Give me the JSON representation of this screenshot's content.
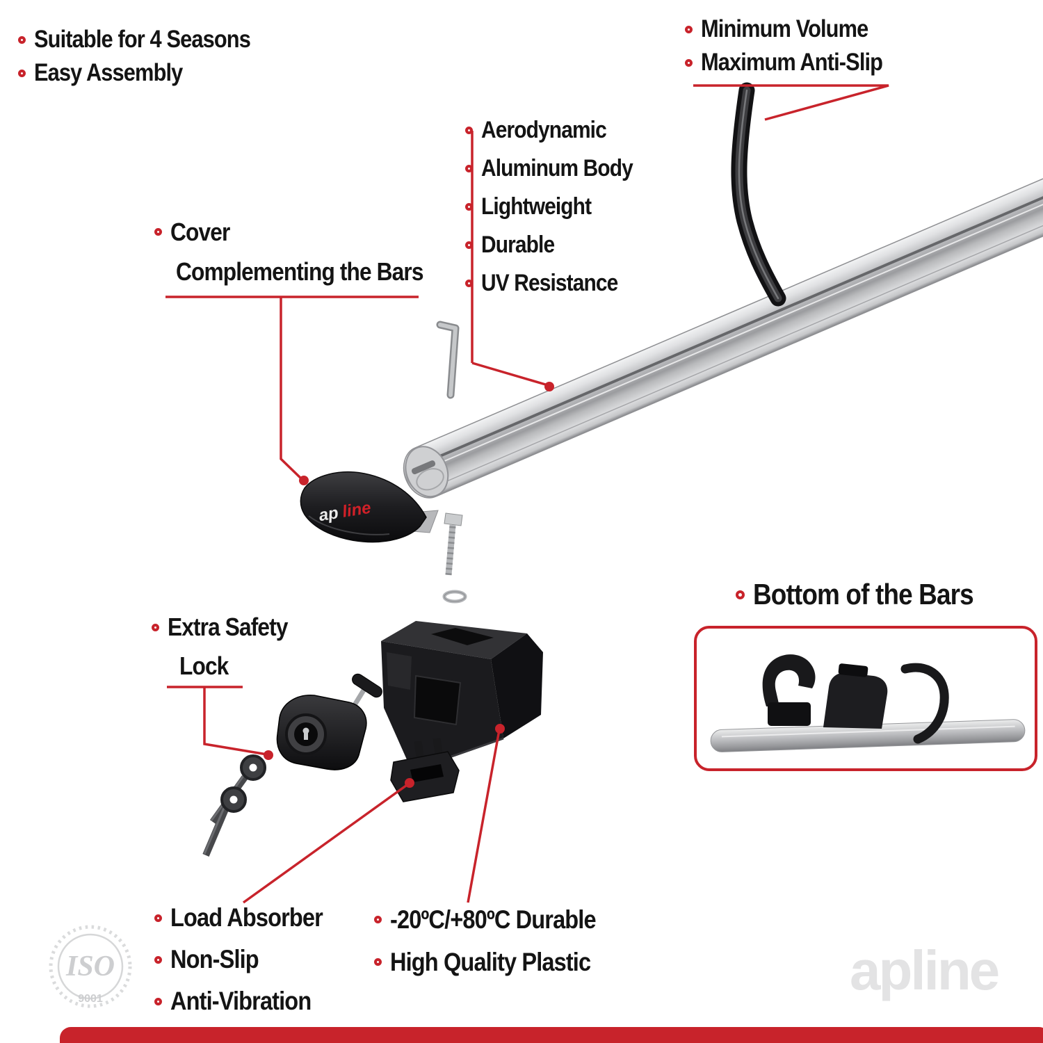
{
  "colors": {
    "accent": "#c8232b",
    "text": "#141414",
    "aluminum": "#b5b6b8",
    "watermark_gray": "#e3e3e4"
  },
  "top_left": {
    "items": [
      "Suitable for 4 Seasons",
      "Easy Assembly"
    ]
  },
  "top_right": {
    "items": [
      "Minimum Volume",
      "Maximum Anti-Slip"
    ]
  },
  "bar_features": {
    "items": [
      "Aerodynamic",
      "Aluminum Body",
      "Lightweight",
      "Durable",
      "UV Resistance"
    ]
  },
  "cover_label": {
    "line1": "Cover",
    "line2": "Complementing the Bars"
  },
  "lock_label": {
    "line1": "Extra Safety",
    "line2": "Lock"
  },
  "bottom_of_bars": {
    "title": "Bottom of the Bars"
  },
  "bottom_left": {
    "items": [
      "Load Absorber",
      "Non-Slip",
      "Anti-Vibration"
    ]
  },
  "bottom_right": {
    "items": [
      "-20ºC/+80ºC Durable",
      "High Quality Plastic"
    ]
  },
  "brand": {
    "logo_prefix": "ap",
    "logo_suffix": "line",
    "watermark": "apline"
  },
  "certification": {
    "name": "ISO",
    "number": "9001"
  }
}
